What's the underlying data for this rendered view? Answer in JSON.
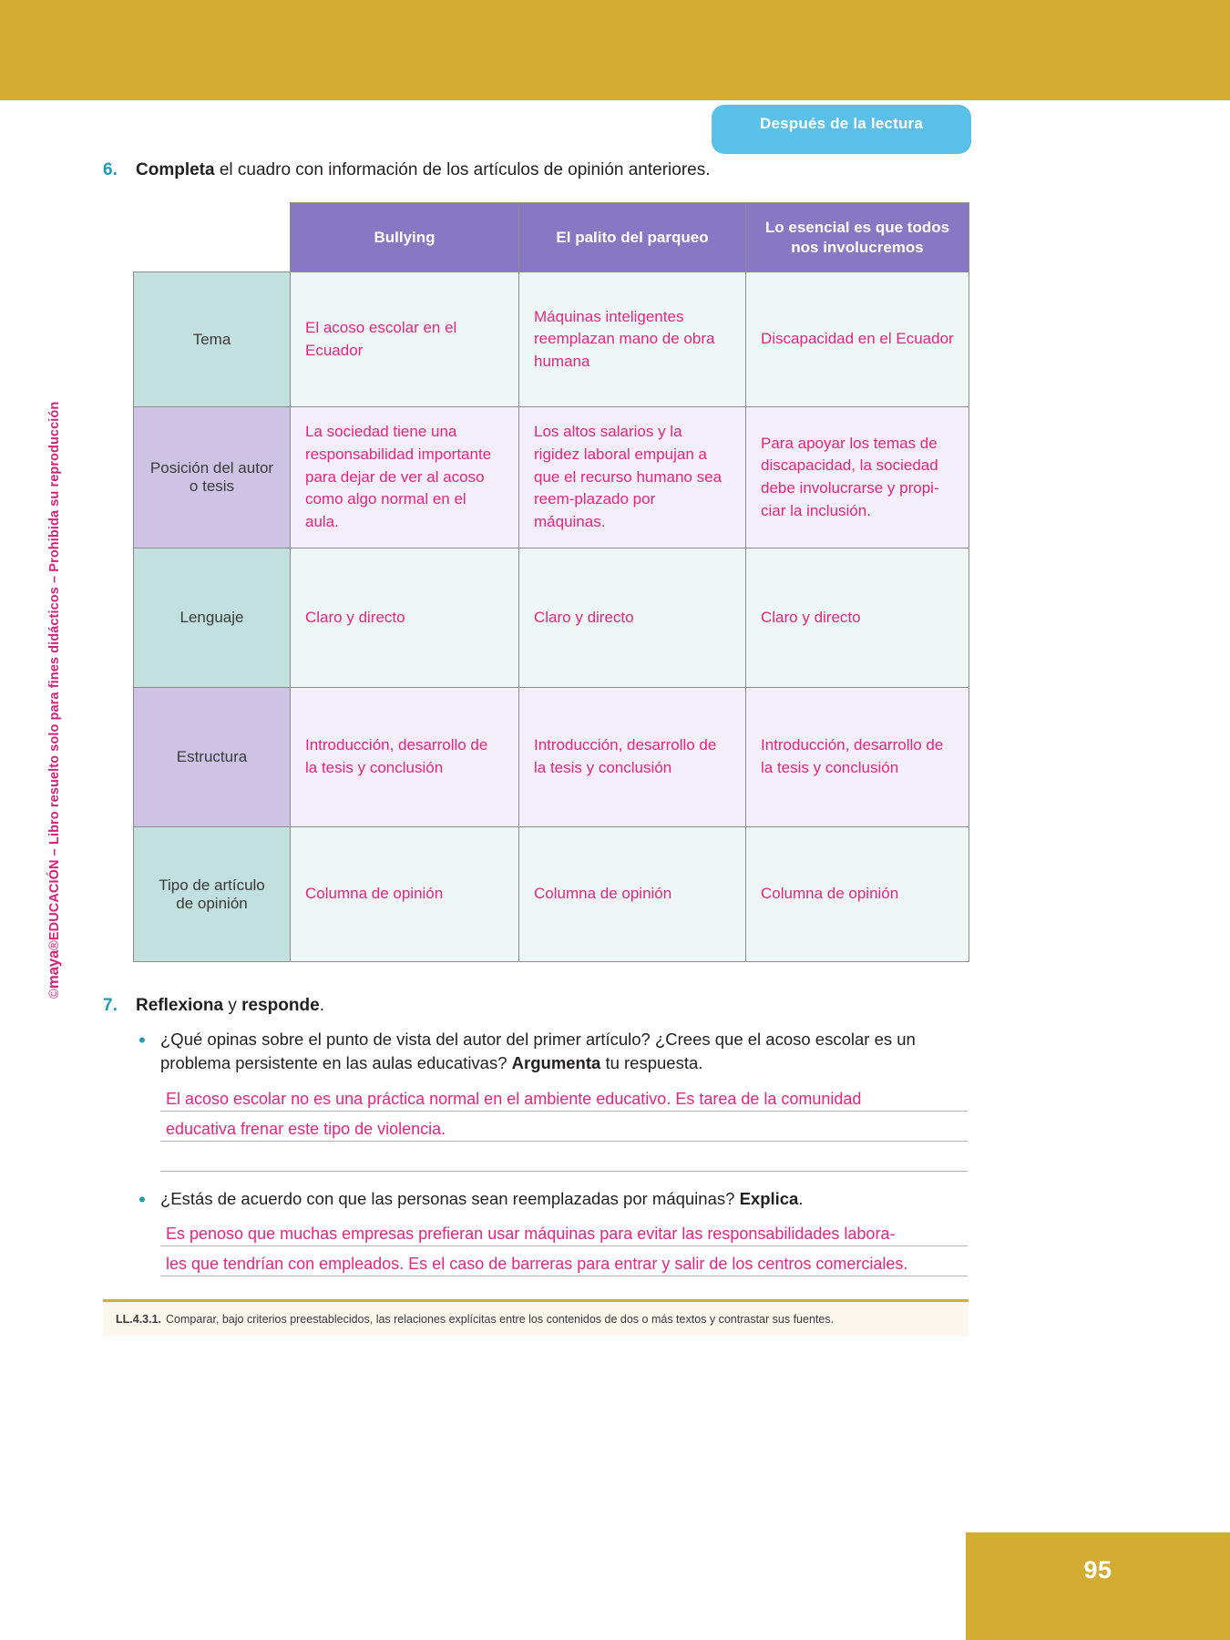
{
  "page": {
    "number": "95",
    "section_tab": "Después de la lectura",
    "vertical_credit_prefix": "©",
    "vertical_credit_brand": "maya",
    "vertical_credit_reg": "®",
    "vertical_credit_rest": "EDUCACIÓN – Libro resuelto solo para fines didácticos – Prohibida su reproducción",
    "colors": {
      "band_gold": "#d4ac32",
      "tab_blue": "#5ac0e8",
      "header_purple": "#8878c3",
      "answer_pink": "#e3267f",
      "teal_label": "#c2e0de",
      "lavender_label": "#cec3e4",
      "teal_cell": "#eff7f6",
      "lavender_cell": "#f4eef8",
      "number_teal": "#1e9cb4"
    }
  },
  "exercise6": {
    "number": "6.",
    "lead": "Completa",
    "rest": " el cuadro con información de los artículos de opinión anteriores.",
    "table": {
      "headers": [
        "",
        "Bullying",
        "El palito del parqueo",
        "Lo esencial es que todos nos involucremos"
      ],
      "rows": [
        {
          "label": "Tema",
          "tint": "teal",
          "cells": [
            "El acoso escolar en el Ecuador",
            "Máquinas inteligentes reemplazan mano de obra humana",
            "Discapacidad en el Ecuador"
          ]
        },
        {
          "label": "Posición del autor o tesis",
          "tint": "lavender",
          "cells": [
            "La sociedad tiene una responsabilidad importante para dejar de ver al acoso como algo normal en el aula.",
            "Los altos salarios y la rigidez laboral empujan a que el recurso humano sea reem-plazado por máquinas.",
            "Para apoyar los temas de discapacidad, la sociedad debe involucrarse y propi-ciar la inclusión."
          ]
        },
        {
          "label": "Lenguaje",
          "tint": "teal",
          "cells": [
            "Claro y directo",
            "Claro y directo",
            "Claro y directo"
          ]
        },
        {
          "label": "Estructura",
          "tint": "lavender",
          "cells": [
            "Introducción, desarrollo de la tesis y conclusión",
            "Introducción, desarrollo de la tesis y conclusión",
            "Introducción, desarrollo de la tesis y conclusión"
          ]
        },
        {
          "label": "Tipo de artículo de opinión",
          "tint": "teal",
          "cells": [
            "Columna de opinión",
            "Columna de opinión",
            "Columna de opinión"
          ]
        }
      ]
    }
  },
  "exercise7": {
    "number": "7.",
    "lead": "Reflexiona",
    "mid": " y ",
    "lead2": "responde",
    "rest": ".",
    "questions": [
      {
        "text_1": "¿Qué opinas sobre el punto de vista del autor del primer artículo? ¿Crees que el acoso escolar es un problema persistente en las aulas educativas? ",
        "bold": "Argumenta",
        "text_2": " tu respuesta.",
        "answer_lines": [
          "El acoso escolar no es una práctica normal en el ambiente educativo. Es tarea de la comunidad",
          "educativa frenar este tipo de violencia.",
          ""
        ]
      },
      {
        "text_1": "¿Estás de acuerdo con que las personas sean reemplazadas por máquinas? ",
        "bold": "Explica",
        "text_2": ".",
        "answer_lines": [
          "Es penoso que muchas empresas prefieran usar máquinas para evitar las responsabilidades labora-",
          "les que tendrían con empleados. Es el caso de barreras para entrar y salir de los centros comerciales.",
          ""
        ]
      }
    ]
  },
  "standard": {
    "code": "LL.4.3.1.",
    "text": "Comparar, bajo criterios preestablecidos, las relaciones explícitas entre los contenidos de dos o más textos y contrastar sus fuentes."
  }
}
